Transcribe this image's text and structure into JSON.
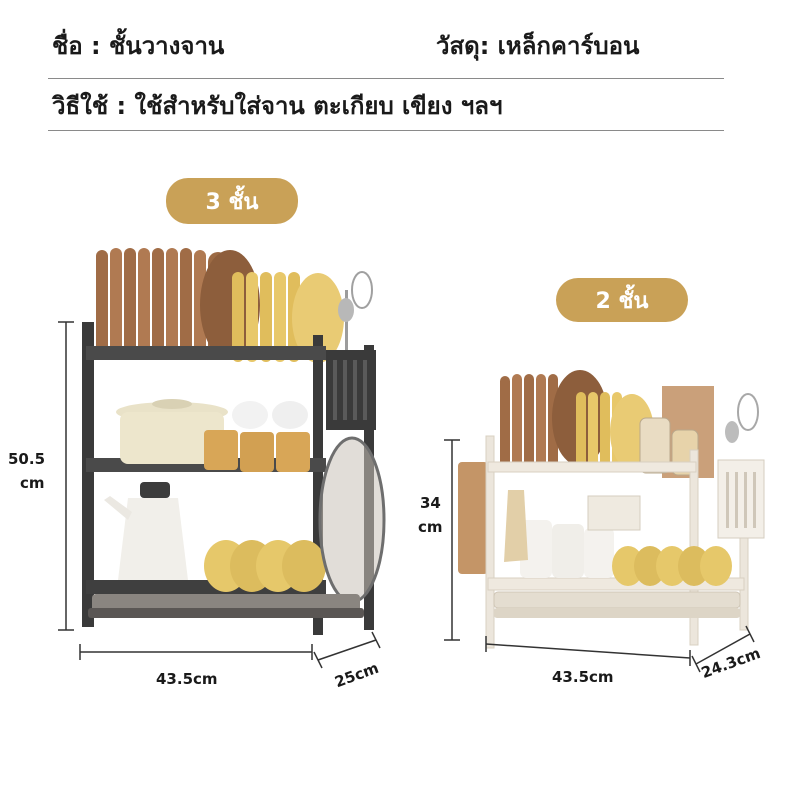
{
  "header": {
    "name": "ชื่อ : ชั้นวางจาน",
    "material": "วัสดุ: เหล็กคาร์บอน",
    "usage": "วิธีใช้ : ใช้สำหรับใส่จาน ตะเกียบ เขียง ฯลฯ"
  },
  "product_3tier": {
    "badge": "3 ชั้น",
    "height_value": "50.5",
    "height_unit": "cm",
    "width": "43.5cm",
    "depth": "25cm"
  },
  "product_2tier": {
    "badge": "2 ชั้น",
    "height_value": "34",
    "height_unit": "cm",
    "width": "43.5cm",
    "depth": "24.3cm"
  },
  "colors": {
    "badge": "#c9a157",
    "rack_black": "#3a3a3a",
    "rack_white": "#ece6dc",
    "plate_brown": "#b07a52",
    "plate_yellow": "#e8c86a"
  }
}
